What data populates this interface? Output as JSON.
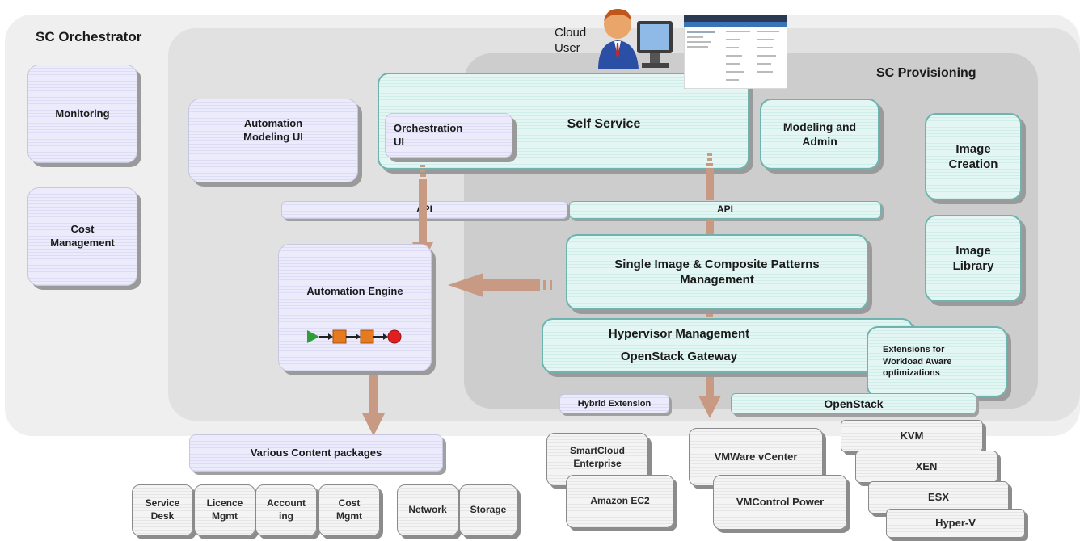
{
  "regions": {
    "orchestrator": "SC Orchestrator",
    "provisioning": "SC Provisioning"
  },
  "cloud_user": "Cloud\nUser",
  "orchestrator_boxes": {
    "monitoring": "Monitoring",
    "cost_management": "Cost\nManagement",
    "automation_modeling_ui": "Automation\nModeling UI",
    "orchestration_ui": "Orchestration\nUI",
    "automation_engine": "Automation Engine",
    "api": "API",
    "various_content": "Various Content packages"
  },
  "provisioning_boxes": {
    "self_service": "Self Service",
    "modeling_admin": "Modeling and\nAdmin",
    "image_creation": "Image\nCreation",
    "image_library": "Image\nLibrary",
    "api": "API",
    "single_image": "Single Image & Composite Patterns\nManagement",
    "hypervisor_mgmt": "Hypervisor Management",
    "openstack_gateway": "OpenStack Gateway",
    "extensions": "Extensions for\nWorkload Aware\noptimizations",
    "hybrid_extension": "Hybrid Extension",
    "openstack": "OpenStack"
  },
  "content_packages": [
    "Service\nDesk",
    "Licence\nMgmt",
    "Account\ning",
    "Cost\nMgmt"
  ],
  "infra_packages": [
    "Network",
    "Storage"
  ],
  "clouds": [
    "SmartCloud\nEnterprise",
    "Amazon EC2"
  ],
  "vmware": [
    "VMWare vCenter",
    "VMControl Power"
  ],
  "hypervisors": [
    "KVM",
    "XEN",
    "ESX",
    "Hyper-V"
  ],
  "colors": {
    "orchestrator_bg": "#f0f0f0",
    "inner_bg": "#e0e0e0",
    "provisioning_bg": "#cdcdcd",
    "lavender": "#e6e6fa",
    "teal": "#dcf3f0",
    "arrow": "#c89a84"
  }
}
